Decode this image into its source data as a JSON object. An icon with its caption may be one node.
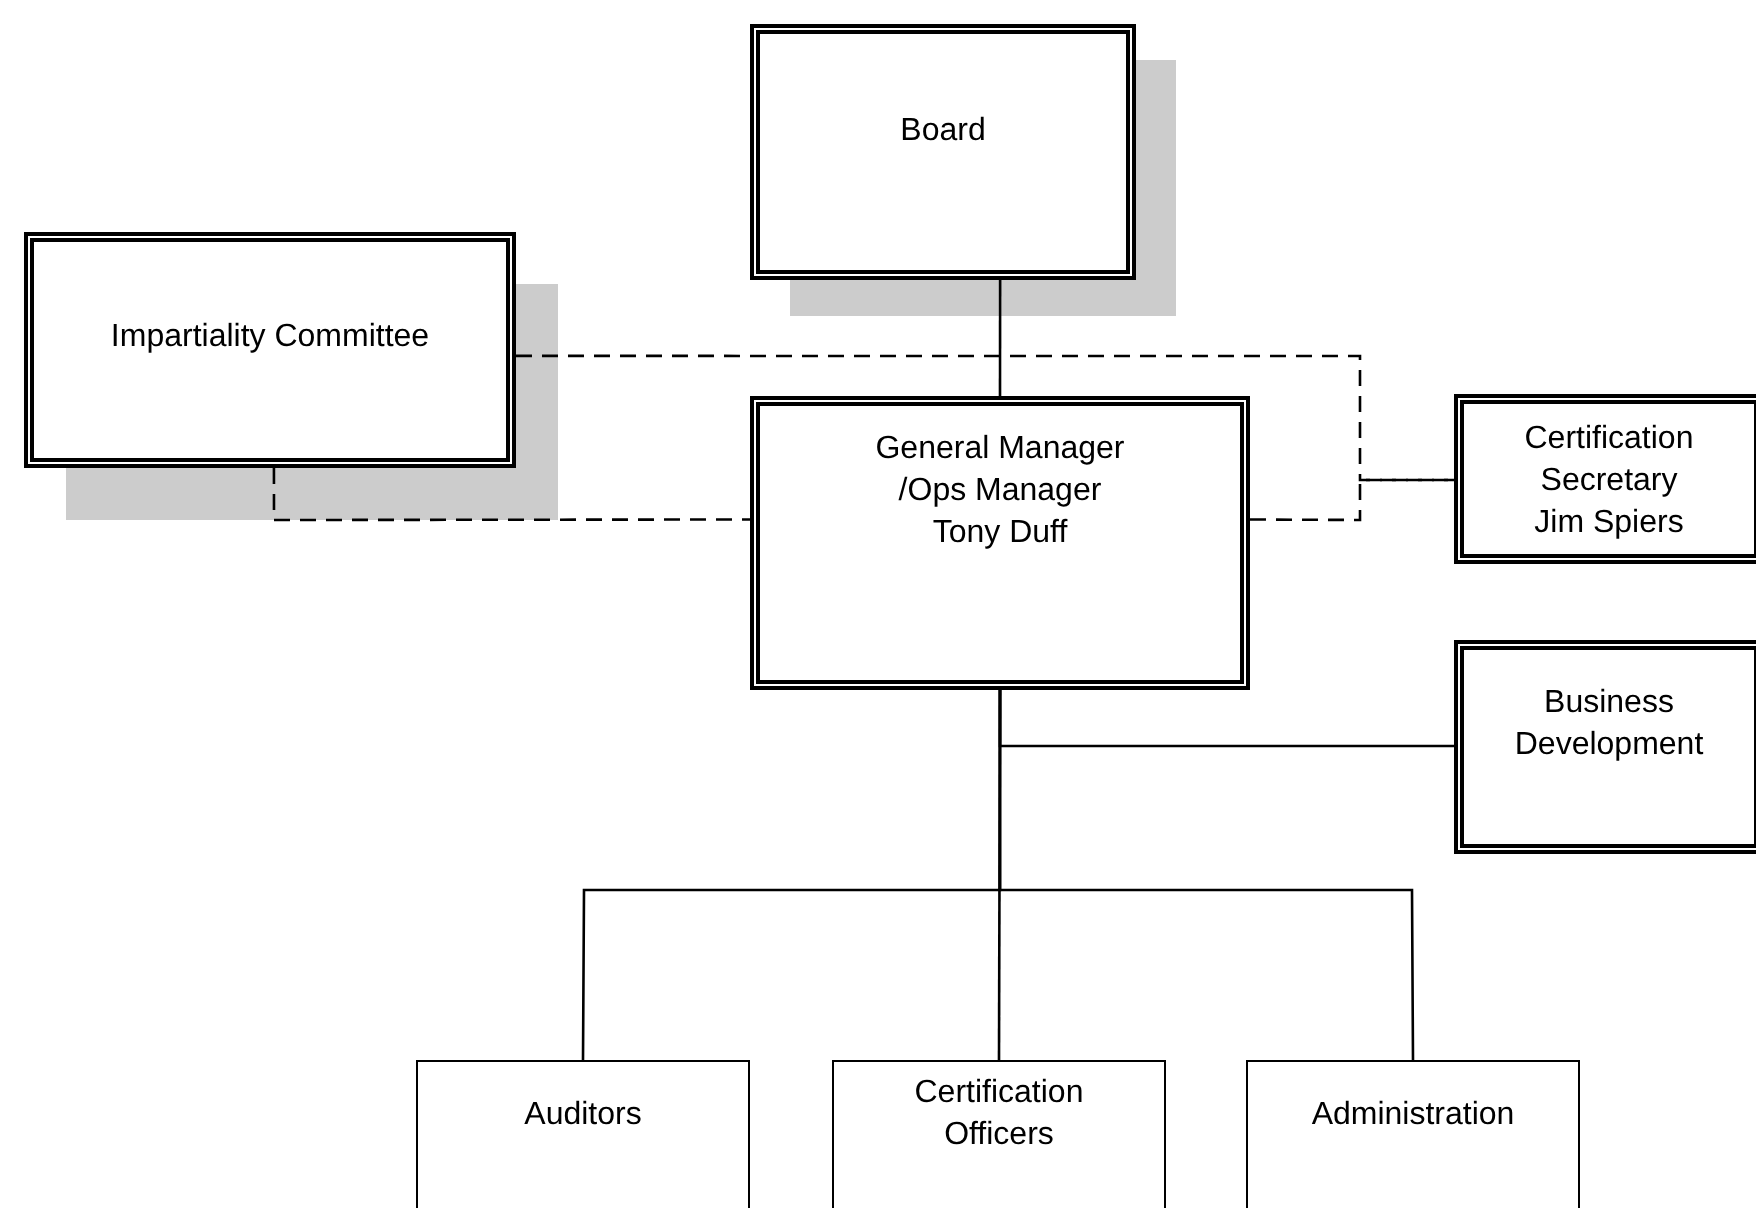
{
  "diagram": {
    "nodes": [
      {
        "text": [
          "Board"
        ]
      },
      {
        "text": [
          "Impartiality Committee"
        ]
      },
      {
        "text": [
          "General Manager /Ops Manager Tony Duff"
        ]
      },
      {
        "text": [
          "Certification Secretary Jim Spiers"
        ]
      },
      {
        "text": [
          "Business Development"
        ]
      },
      {
        "text": [
          "Auditors"
        ]
      },
      {
        "text": [
          "Certification Officers"
        ]
      },
      {
        "text": [
          "Administration"
        ]
      }
    ],
    "edges": [
      {
        "from": 0,
        "to": 2,
        "arrow": "none"
      },
      {
        "from": 1,
        "to": 2,
        "arrow": "none",
        "style": "dashed"
      },
      {
        "from": 1,
        "to": 3,
        "arrow": "none",
        "style": "dashed"
      },
      {
        "from": 2,
        "to": 3,
        "arrow": "none",
        "style": "dashed"
      },
      {
        "from": 2,
        "to": 4,
        "arrow": "none"
      },
      {
        "from": 2,
        "to": 5,
        "arrow": "none"
      },
      {
        "from": 2,
        "to": 6,
        "arrow": "none"
      },
      {
        "from": 2,
        "to": 7,
        "arrow": "none"
      }
    ]
  }
}
